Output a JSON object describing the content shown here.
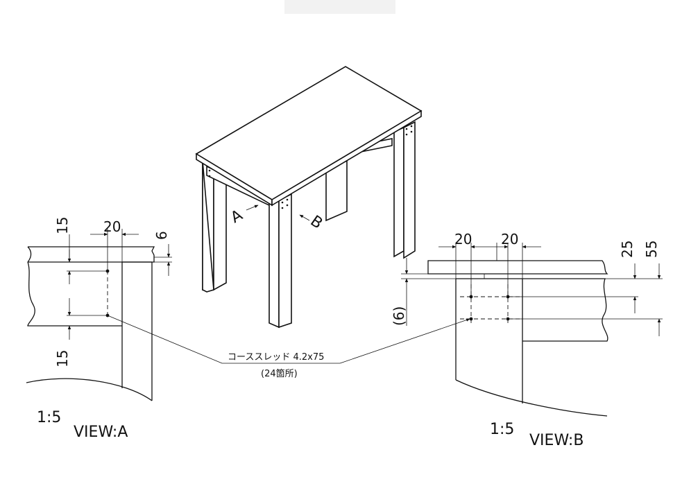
{
  "callouts": {
    "a": "A",
    "b": "B"
  },
  "view_a": {
    "title": "VIEW:A",
    "scale": "1:5",
    "dims": {
      "top": "15",
      "bottom": "15",
      "offset": "20",
      "gap": "6"
    }
  },
  "view_b": {
    "title": "VIEW:B",
    "scale": "1:5",
    "dims": {
      "offset1": "20",
      "offset2": "20",
      "depth1": "25",
      "depth2": "55",
      "gap": "(6)"
    }
  },
  "note": {
    "screw": "コーススレッド 4.2x75",
    "count": "(24箇所)"
  },
  "colors": {
    "line": "#111111",
    "background": "#ffffff"
  }
}
